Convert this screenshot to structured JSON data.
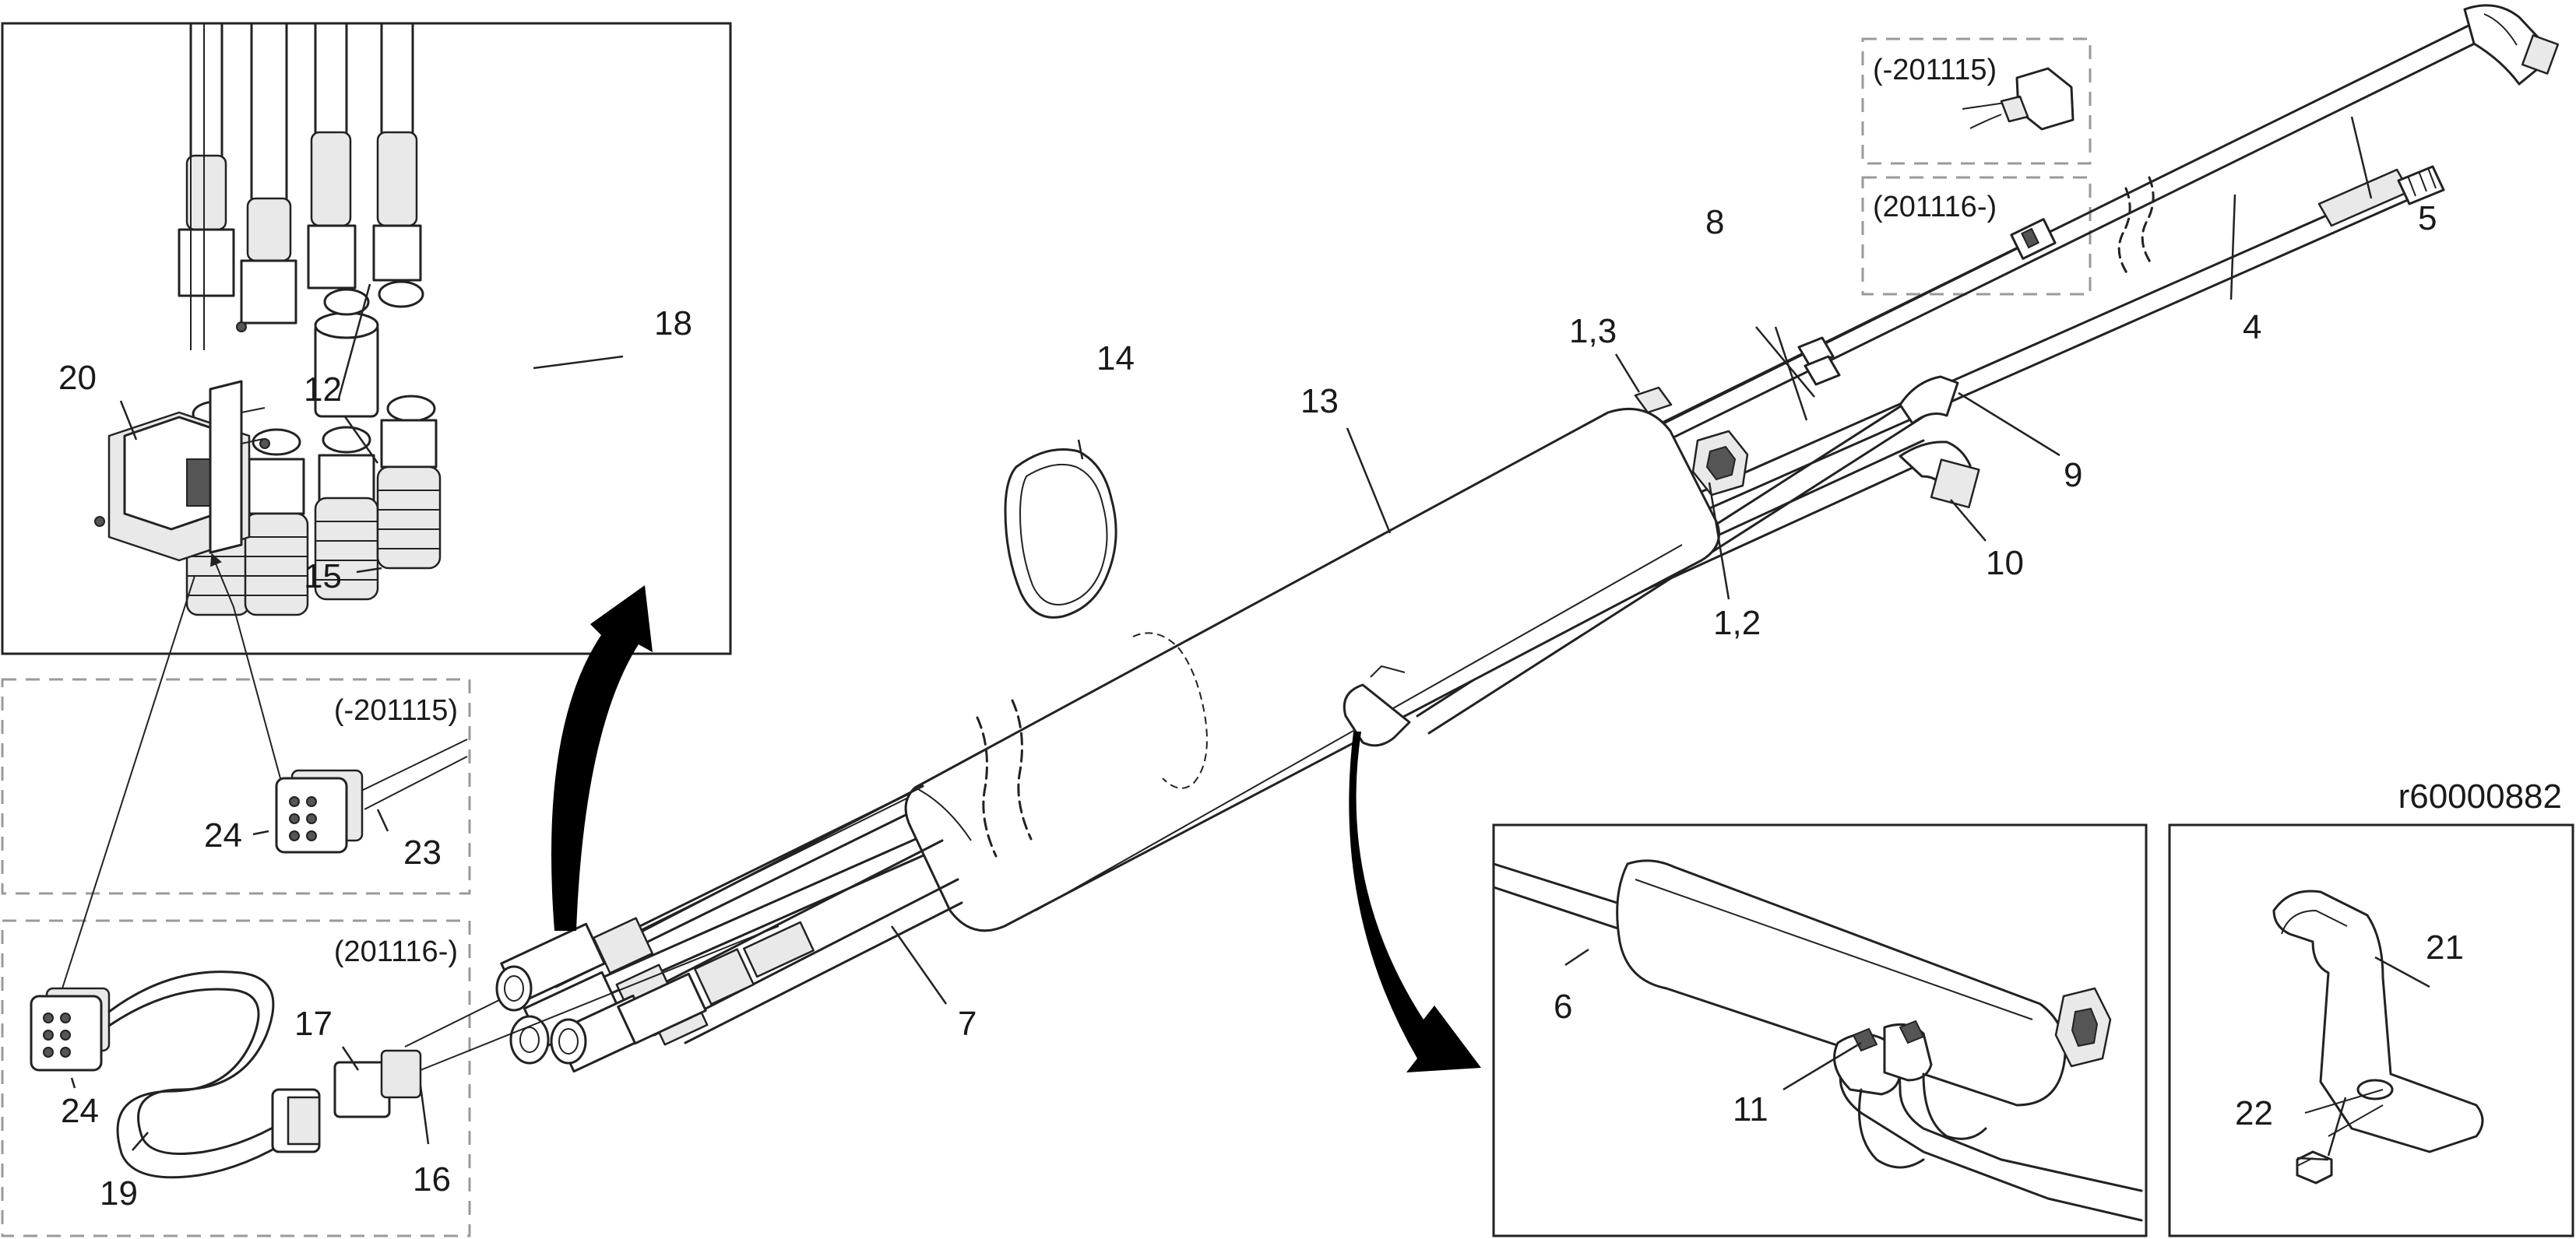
{
  "drawing_ref": "r60000882",
  "variants": {
    "old": "(-201115)",
    "new": "(201116-)"
  },
  "labels": {
    "p1_2": "1,2",
    "p1_3": "1,3",
    "p4": "4",
    "p5": "5",
    "p6": "6",
    "p7": "7",
    "p8": "8",
    "p9": "9",
    "p10": "10",
    "p11": "11",
    "p12": "12",
    "p13": "13",
    "p14": "14",
    "p15": "15",
    "p16": "16",
    "p17": "17",
    "p18": "18",
    "p19": "19",
    "p20": "20",
    "p21": "21",
    "p22": "22",
    "p23": "23",
    "p24a": "24",
    "p24b": "24"
  }
}
